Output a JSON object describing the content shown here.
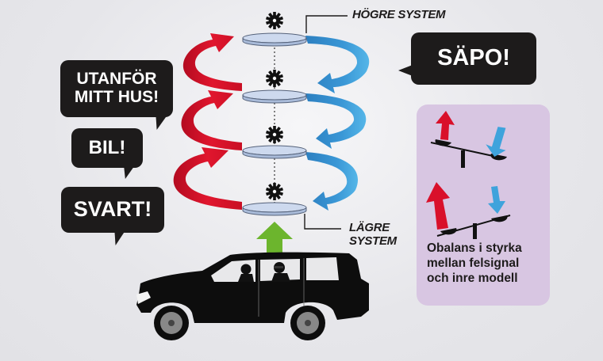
{
  "diagram": {
    "labels": {
      "higher_system": "HÖGRE SYSTEM",
      "lower_system_line1": "LÄGRE",
      "lower_system_line2": "SYSTEM"
    },
    "speech_bubbles": {
      "outside_house_line1": "UTANFÖR",
      "outside_house_line2": "MITT HUS!",
      "car": "BIL!",
      "black": "SVART!",
      "sapo": "SÄPO!"
    },
    "levels": [
      "top",
      "upper-middle",
      "lower-middle",
      "bottom"
    ],
    "panel": {
      "caption_line1": "Obalans i styrka",
      "caption_line2": "mellan felsignal",
      "caption_line3": "och inre modell"
    },
    "colors": {
      "background": "#e6e6ea",
      "bubble": "#1d1b1b",
      "red_arrow": "#d9102a",
      "blue_arrow": "#3fa3dc",
      "green_arrow": "#6cb52d",
      "disc": "#cdd9ee",
      "panel": "#d8c6e2"
    }
  }
}
